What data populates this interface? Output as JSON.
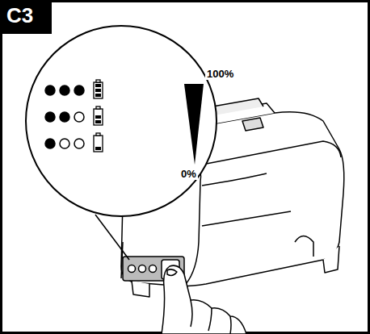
{
  "diagram": {
    "title": "C3",
    "labels": [
      "100%",
      "0%"
    ]
  }
}
